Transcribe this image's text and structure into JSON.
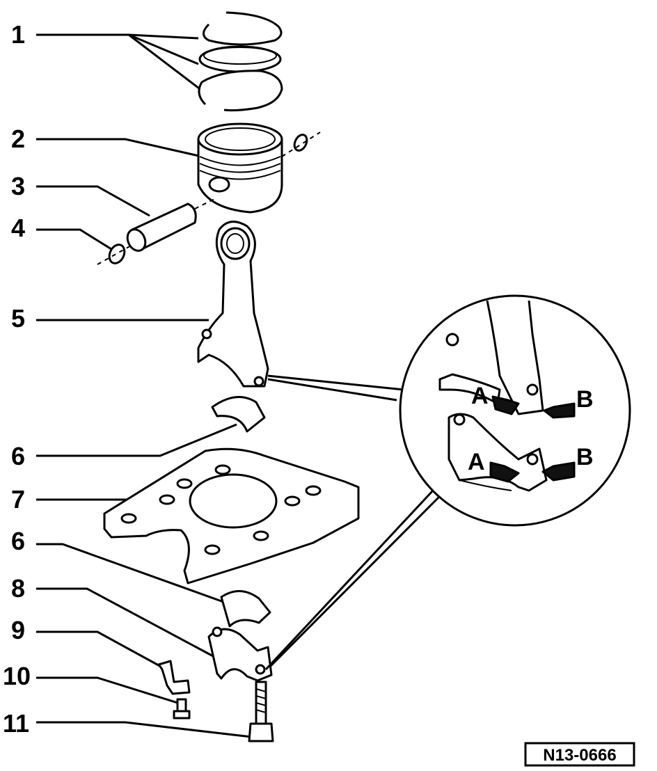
{
  "callouts": [
    {
      "n": "1"
    },
    {
      "n": "2"
    },
    {
      "n": "3"
    },
    {
      "n": "4"
    },
    {
      "n": "5"
    },
    {
      "n": "6"
    },
    {
      "n": "7"
    },
    {
      "n": "6"
    },
    {
      "n": "8"
    },
    {
      "n": "9"
    },
    {
      "n": "10"
    },
    {
      "n": "11"
    }
  ],
  "detail": {
    "labels": [
      "A",
      "B",
      "A",
      "B"
    ]
  },
  "reference_code": "N13-0666"
}
